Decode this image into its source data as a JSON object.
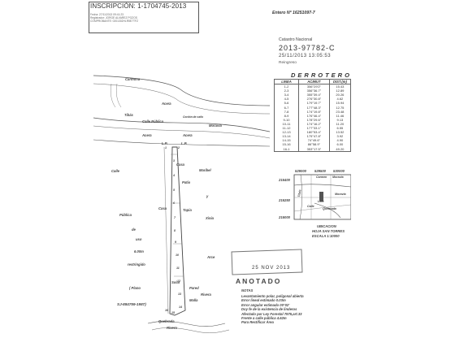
{
  "inscripcion": {
    "title": "INSCRIPCIÓN: 1-1704745-2013",
    "lines": [
      "Fecha: 27/11/2013 09:41:23",
      "Registrador: JORGE ALVAREZ POZOS",
      "COMPROBANTE: 0201302HLR5E7TFZ"
    ]
  },
  "entero": "Entero Nº 16251097-7",
  "catastro": {
    "label": "Catastro Nacional",
    "number": "2013-97782-C",
    "date": "25/11/2013 13:05:53",
    "status": "Reingreso"
  },
  "derrotero": {
    "title": "DERROTERO",
    "headers": [
      "LINEA",
      "ACIMUT",
      "DIST.(m)"
    ],
    "rows": [
      [
        "1-2",
        "356°29'2\"",
        "15.43"
      ],
      [
        "2-3",
        "356°36.7\"",
        "12.89"
      ],
      [
        "3-4",
        "355°39.4\"",
        "20.26"
      ],
      [
        "4-5",
        "276°30.8\"",
        "4.62"
      ],
      [
        "5-6",
        "179°19.7\"",
        "15.94"
      ],
      [
        "6-7",
        "177°48.3\"",
        "12.75"
      ],
      [
        "7-8",
        "174°19.8\"",
        "23.48"
      ],
      [
        "8-9",
        "176°46.4\"",
        "11.46"
      ],
      [
        "9-10",
        "178°29.6\"",
        "9.13"
      ],
      [
        "10-11",
        "174°16.2\"",
        "11.20"
      ],
      [
        "11-12",
        "177°33.1\"",
        "6.55"
      ],
      [
        "12-13",
        "180°53.4\"",
        "13.52"
      ],
      [
        "13-14",
        "175°47.8\"",
        "3.92"
      ],
      [
        "14-15",
        "74°49.6\"",
        "4.90"
      ],
      [
        "15-16",
        "86°58.9\"",
        "6.00"
      ],
      [
        "16-1",
        "353°17.5\"",
        "49.20"
      ]
    ]
  },
  "location_map": {
    "coords_top": [
      "529000",
      "529500",
      "530000"
    ],
    "coords_side": [
      "216400",
      "216250",
      "216000"
    ],
    "labels": [
      "Carmen",
      "Moravia",
      "Tibás",
      "Moravia",
      "Lote",
      "Quebrada",
      "Calle"
    ],
    "caption": [
      "UBICACION",
      "HOJA SAN TORRES",
      "ESCALA 1:10000"
    ]
  },
  "plan_labels": {
    "carmen": "Carmona",
    "acera_top": "Acera",
    "tibas": "Tibás",
    "calle_publica_top": "Calle Pública",
    "moravia": "Moravia",
    "cordon": "Cordón de caño",
    "acera_mid": "Acera",
    "lp1": "L.P.",
    "lp2": "L.P.",
    "calle_left": "Calle",
    "publica_left": "Pública",
    "de": "de",
    "uso": "uso",
    "width": "6.00m",
    "restringido": "restringido",
    "plano": "( Plano",
    "plan_ref": "SJ-884759-1987)",
    "casa1": "Casa",
    "maribel": "Maribel",
    "patio": "Patio",
    "y": "y",
    "casa2": "Casa",
    "tapia": "Tapia",
    "xinia": "Xinia",
    "arce": "Arce",
    "solar": "Solar",
    "pared": "Pared",
    "rivera": "Rivera",
    "malla": "Malla",
    "quebrada": "Quebrada",
    "rivera_bottom": "Rivera"
  },
  "points": [
    "1",
    "2",
    "3",
    "4",
    "5",
    "6",
    "7",
    "8",
    "9",
    "10",
    "11",
    "12",
    "13",
    "14",
    "15",
    "16"
  ],
  "stamp": {
    "date": "25 NOV 2013",
    "anotado": "ANOTADO"
  },
  "notes": {
    "title": "NOTAS",
    "text": "Levantamiento polar, poligonal abierta\nError lineal estimado 0.03m\nError angular estimado 00°02'\nDoy fe de la existencia de linderos\nAfectado por Ley Forestal 7575,art.33\nFrente a calle pública 4.62m\nPara Rectificar Área"
  }
}
